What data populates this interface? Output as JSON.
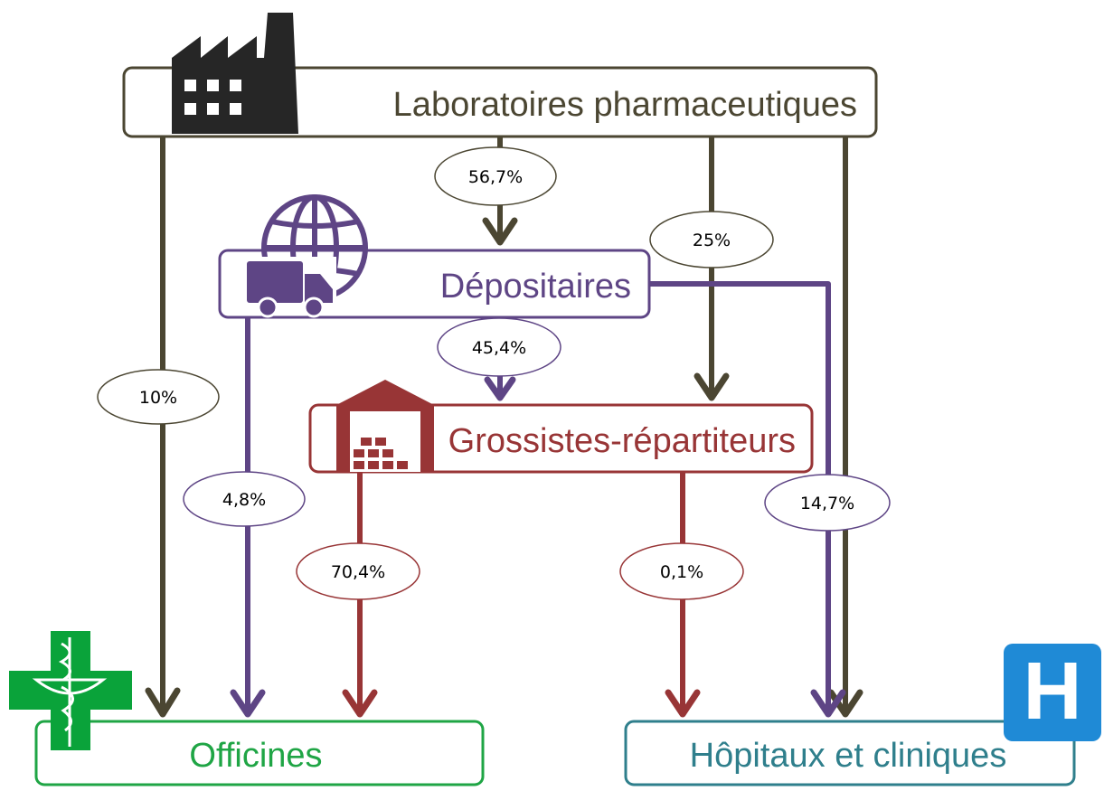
{
  "colors": {
    "labs": "#4b4632",
    "depositaires": "#5e4585",
    "grossistes": "#983536",
    "officines": "#1fa545",
    "hopitaux": "#2f7f8c",
    "pharmacy_cross": "#0aa33a",
    "hospital_sign": "#1f8ad6",
    "factory_icon": "#262626"
  },
  "nodes": {
    "labs": "Laboratoires pharmaceutiques",
    "depositaires": "Dépositaires",
    "grossistes": "Grossistes-répartiteurs",
    "officines": "Officines",
    "hopitaux": "Hôpitaux et cliniques"
  },
  "flows": {
    "labs_to_depositaires": "56,7%",
    "labs_to_grossistes": "25%",
    "labs_to_officines": "10%",
    "depositaires_to_grossistes": "45,4%",
    "depositaires_to_officines": "4,8%",
    "depositaires_to_hopitaux": "14,7%",
    "grossistes_to_officines": "70,4%",
    "grossistes_to_hopitaux": "0,1%"
  },
  "icons": {
    "labs": "factory-icon",
    "depositaires": "globe-truck-icon",
    "grossistes": "warehouse-icon",
    "officines": "pharmacy-cross-icon",
    "hopitaux": "hospital-h-icon"
  },
  "hospital_sign_letter": "H"
}
